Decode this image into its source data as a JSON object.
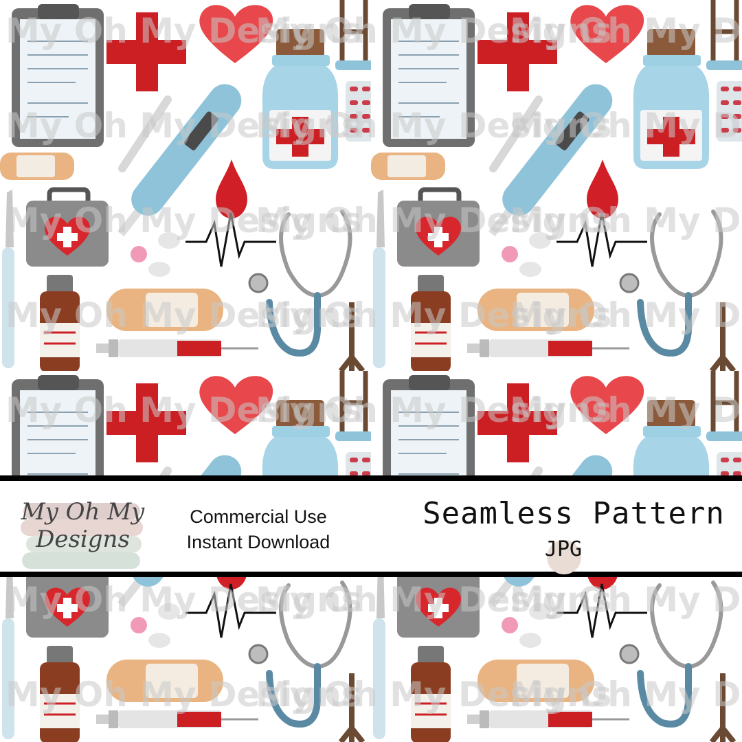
{
  "watermark": "My Oh My Designs",
  "banner": {
    "logo_line1": "My Oh My",
    "logo_line2": "Designs",
    "license_line1": "Commercial Use",
    "license_line2": "Instant Download",
    "title": "Seamless Pattern",
    "format": "JPG"
  },
  "pattern_items": [
    "clipboard-icon",
    "red-cross-icon",
    "heart-icon",
    "medicine-jar-icon",
    "crutch-icon",
    "thermometer-icon",
    "cotton-swab-icon",
    "pill-blister-icon",
    "bandage-icon",
    "blood-drop-icon",
    "first-aid-kit-icon",
    "scalpel-icon",
    "pills-icon",
    "heartbeat-line-icon",
    "stethoscope-icon",
    "medicine-bottle-icon",
    "syringe-icon"
  ],
  "colors": {
    "banner_border": "#000000",
    "red": "#cc1f24",
    "blue": "#8fc3da",
    "watermark": "#c8c8c8"
  }
}
